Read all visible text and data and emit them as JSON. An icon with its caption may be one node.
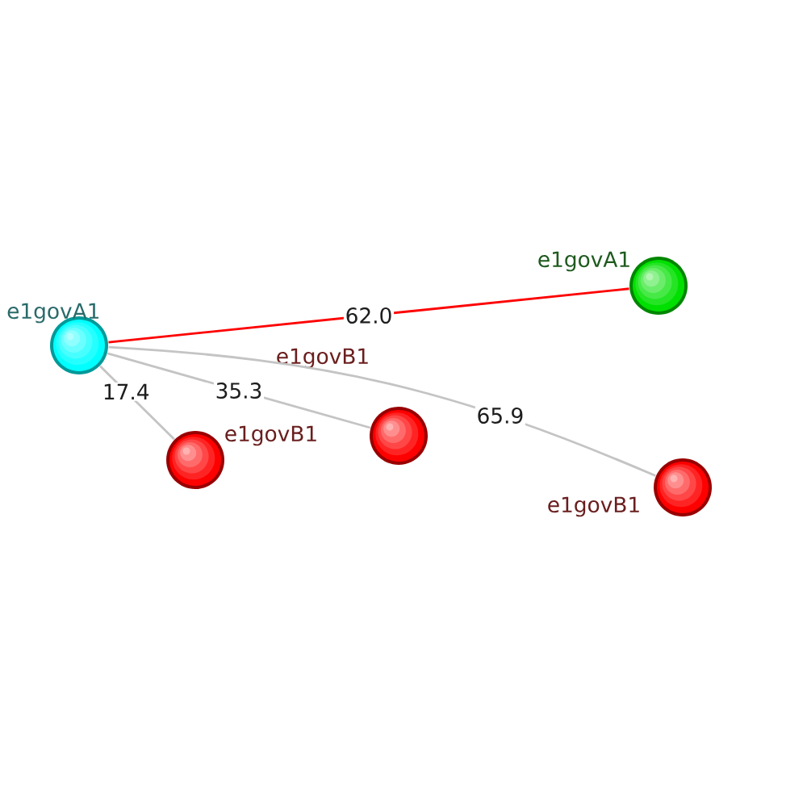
{
  "diagram": {
    "nodes": [
      {
        "text": [],
        "shape": "circle",
        "beside": [
          "e1govA1"
        ]
      },
      {
        "text": [],
        "shape": "circle",
        "beside": [
          "e1govA1"
        ]
      },
      {
        "text": [],
        "shape": "circle",
        "beside": [
          "e1govB1"
        ]
      },
      {
        "text": [],
        "shape": "circle",
        "beside": [
          "e1govB1"
        ]
      },
      {
        "text": [],
        "shape": "circle",
        "beside": [
          "e1govB1"
        ]
      }
    ],
    "edges": [
      {
        "from": 0,
        "to": 1,
        "arrow": "none",
        "label": "62.0",
        "color": "#ff0000"
      },
      {
        "from": 0,
        "to": 2,
        "arrow": "none",
        "label": "17.4"
      },
      {
        "from": 0,
        "to": 3,
        "arrow": "none",
        "label": "35.3"
      },
      {
        "from": 0,
        "to": 4,
        "arrow": "none",
        "label": "65.9"
      }
    ]
  }
}
